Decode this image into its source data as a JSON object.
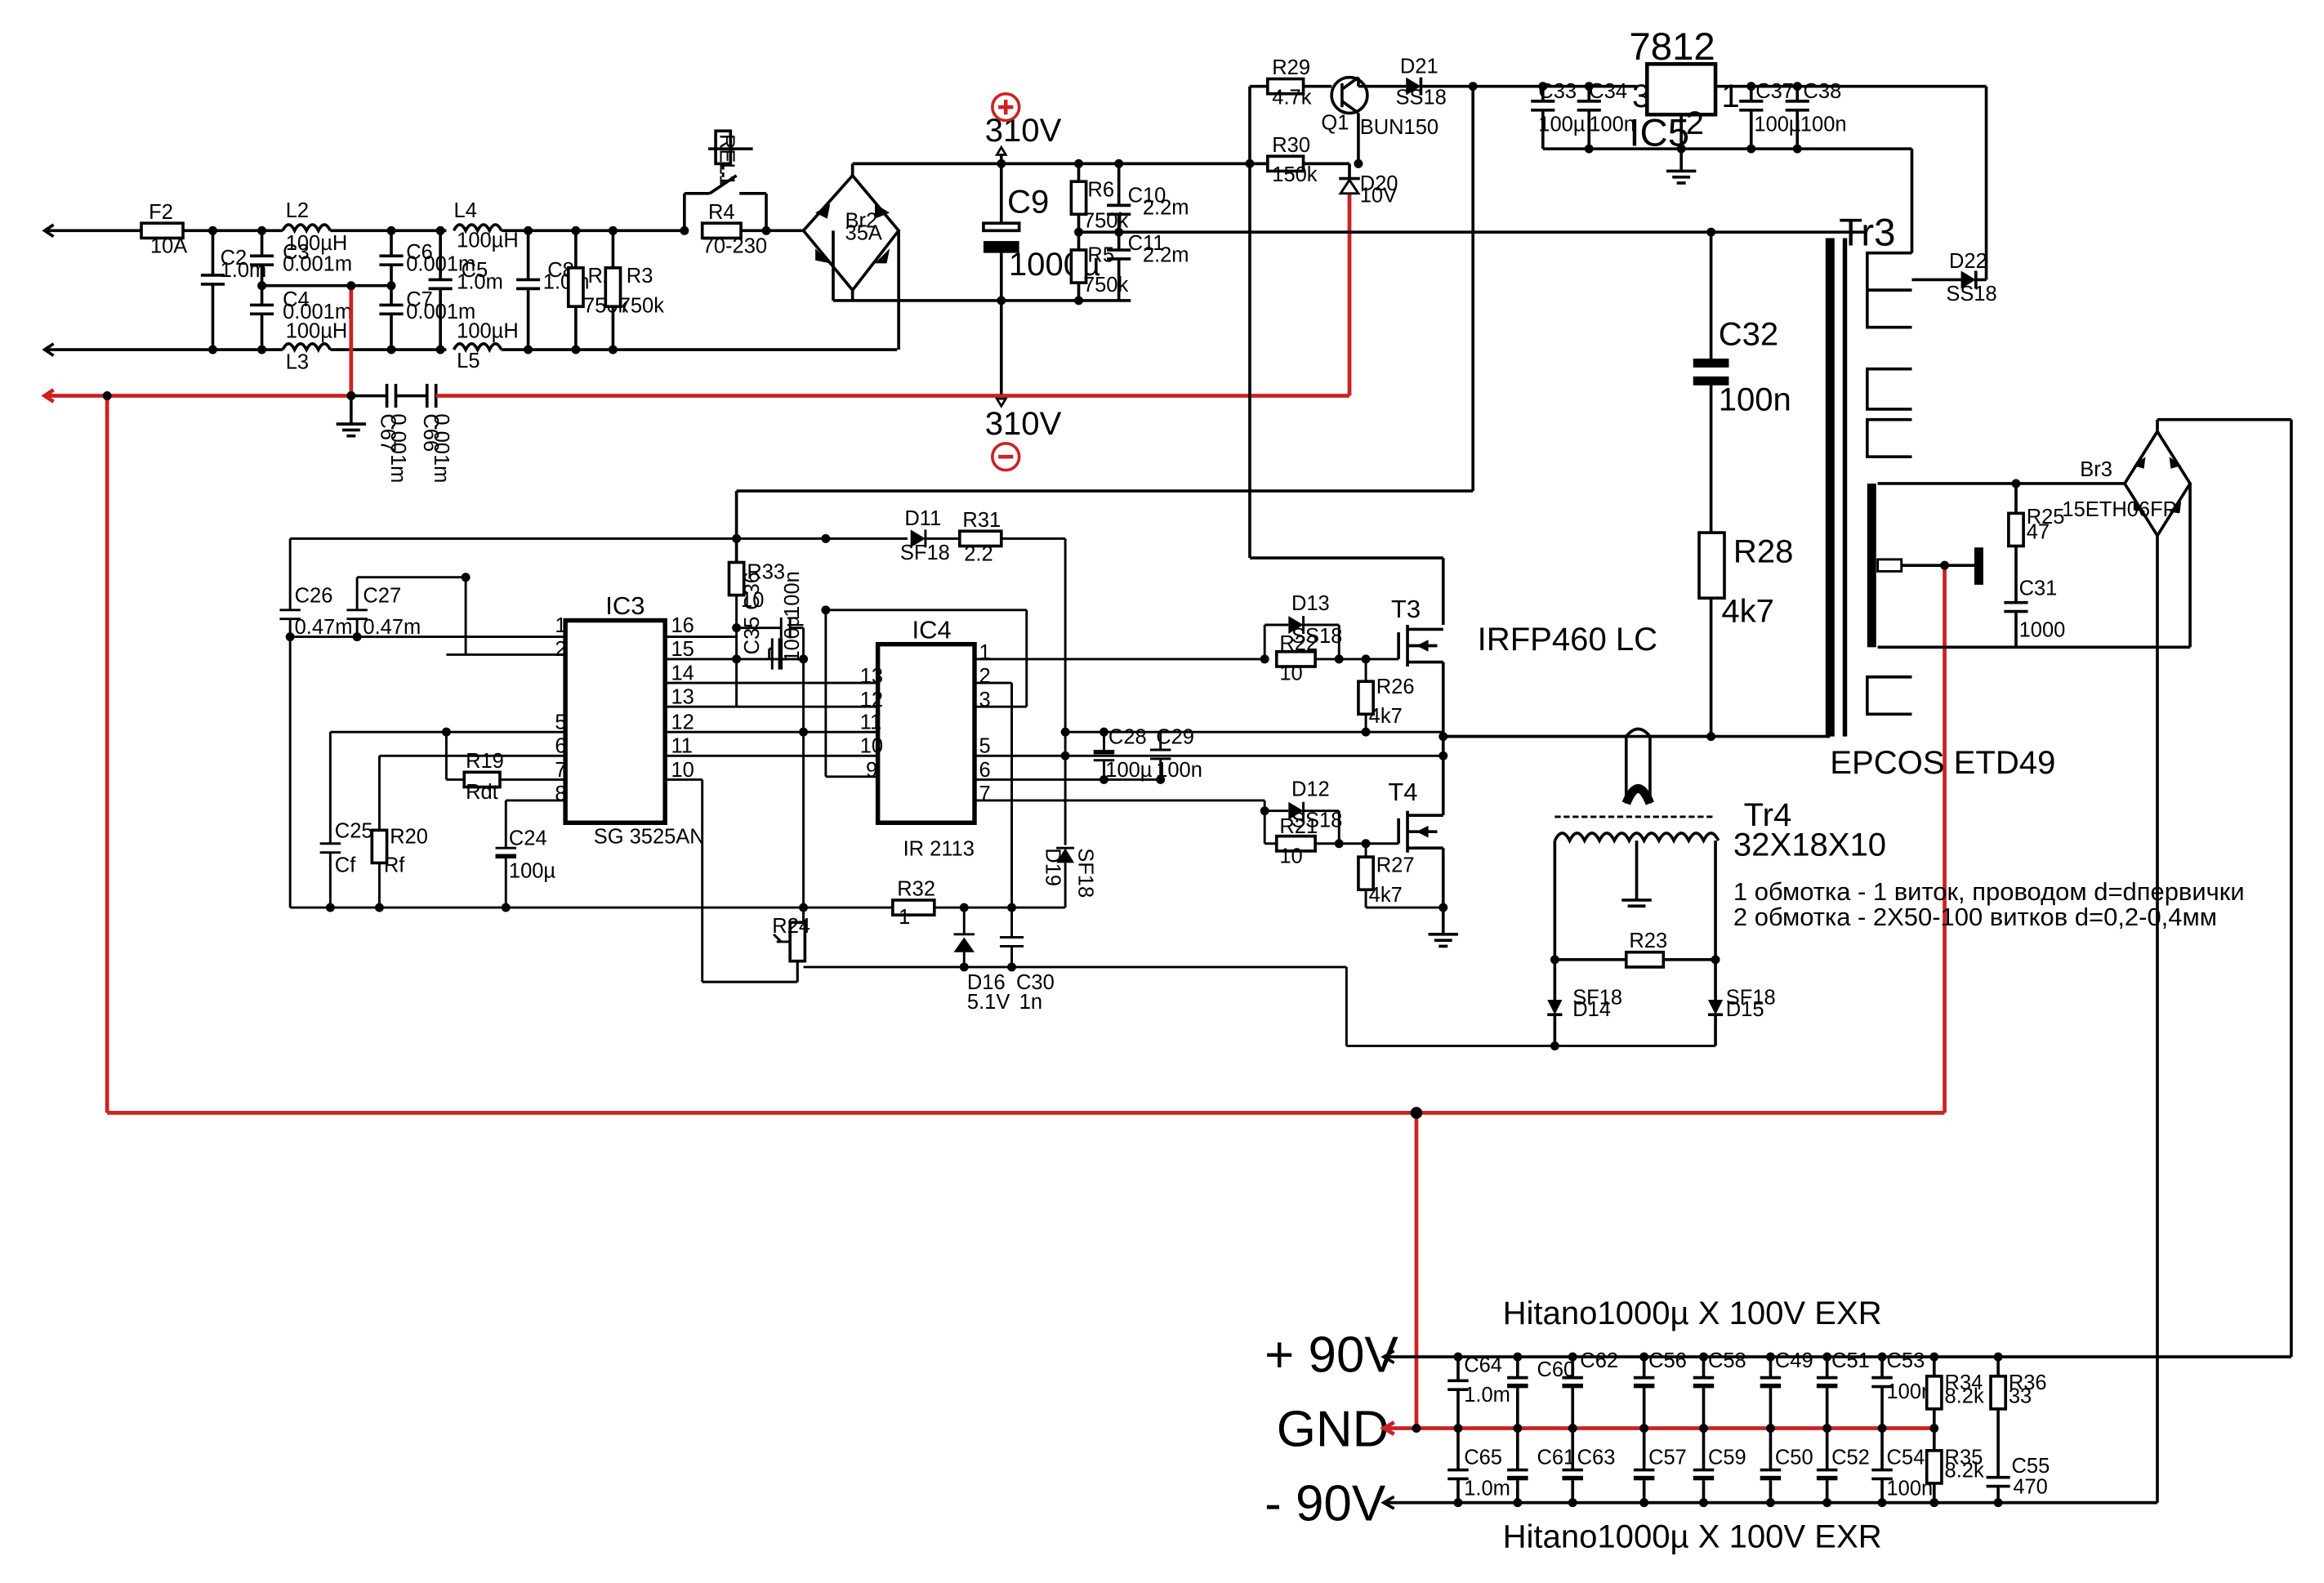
{
  "voltages": {
    "top_voltage": "310V",
    "bottom_voltage": "310V",
    "out_plus": "+ 90V",
    "out_gnd": "GND",
    "out_minus": "- 90V"
  },
  "notes": {
    "cap_type_top": "Hitano1000µ X 100V EXR",
    "cap_type_bottom": "Hitano1000µ X 100V EXR",
    "mosfet_type": "IRFP460 LC",
    "main_transformer": "EPCOS ETD49",
    "tr4_name": "Tr4",
    "tr4_size": "32X18X10",
    "winding1": "1 обмотка - 1 виток, проводом d=dпервички",
    "winding2": "2 обмотка - 2X50-100 витков d=0,2-0,4мм"
  },
  "ics": {
    "ic3_name": "IC3",
    "ic3_part": "SG 3525AN",
    "ic4_name": "IC4",
    "ic4_part": "IR 2113",
    "ic5_part": "7812",
    "ic5_name": "IC5",
    "ic5_pin1": "1",
    "ic5_pin2": "2",
    "ic5_pin3": "3",
    "ic3_left_pins": [
      "1",
      "2",
      "5",
      "6",
      "7",
      "8"
    ],
    "ic3_right_pins": [
      "16",
      "15",
      "14",
      "13",
      "12",
      "11",
      "10"
    ],
    "ic4_left_pins": [
      "13",
      "12",
      "11",
      "10",
      "9"
    ],
    "ic4_right_pins": [
      "1",
      "2",
      "3",
      "5",
      "6",
      "7"
    ]
  },
  "components": {
    "F2": "F2",
    "F2_val": "10A",
    "L2": "L2",
    "L2_val": "100µH",
    "L3": "L3",
    "L3_val": "100µH",
    "L4": "L4",
    "L4_val": "100µH",
    "L5": "L5",
    "L5_val": "100µH",
    "C2": "C2",
    "C2_val": "1.0m",
    "C3": "C3",
    "C3_val": "0.001m",
    "C4": "C4",
    "C4_val": "0.001m",
    "C6": "C6",
    "C6_val": "0.001m",
    "C7": "C7",
    "C7_val": "0.001m",
    "C5": "C5",
    "C5_val": "1.0m",
    "C8": "C8",
    "C8_val": "1.0m",
    "R2": "R2",
    "R2_val": "750k",
    "R3": "R3",
    "R3_val": "750k",
    "C67": "C67",
    "C67_val": "0.001m",
    "C66": "C66",
    "C66_val": "0.001m",
    "RE1": "REL1",
    "R4": "R4",
    "R4_val": "70-230",
    "Br2": "Br2",
    "Br2_val": "35A",
    "C9": "C9",
    "C9_val": "1000µ",
    "R6": "R6",
    "R6_val": "750k",
    "R5": "R5",
    "R5_val": "750k",
    "C10": "C10",
    "C10_val": "2.2m",
    "C11": "C11",
    "C11_val": "2.2m",
    "R29": "R29",
    "R29_val": "4.7k",
    "R30": "R30",
    "R30_val": "150k",
    "Q1": "Q1",
    "Q1_val": "BUN150",
    "D20": "D20",
    "D20_val": "10V",
    "D21": "D21",
    "D21_val": "SS18",
    "C33": "C33",
    "C33_val": "100µ",
    "C34": "C34",
    "C34_val": "100n",
    "C37": "C37",
    "C37_val": "100µ",
    "C38": "C38",
    "C38_val": "100n",
    "Tr3": "Tr3",
    "D22": "D22",
    "D22_val": "SS18",
    "C32": "C32",
    "C32_val": "100n",
    "R28": "R28",
    "R28_val": "4k7",
    "Br3": "Br3",
    "Br3_val": "15ETH06FP",
    "R25": "R25",
    "R25_val": "47",
    "C31": "C31",
    "C31_val": "1000",
    "D11": "D11",
    "D11_val": "SF18",
    "R31": "R31",
    "R31_val": "2.2",
    "R33": "R33",
    "R33_val": "10",
    "C36": "C36",
    "C36_val": "100n",
    "C35": "C35",
    "C35_val": "100µ",
    "C26": "C26",
    "C26_val": "0.47m",
    "C27": "C27",
    "C27_val": "0.47m",
    "R19": "R19",
    "R19_val": "Rdt",
    "C25": "C25",
    "C25_val": "Cf",
    "R20": "R20",
    "R20_val": "Rf",
    "C24": "C24",
    "C24_val": "100µ",
    "D13": "D13",
    "D13_val": "SS18",
    "R22": "R22",
    "R22_val": "10",
    "D12": "D12",
    "D12_val": "SS18",
    "R21": "R21",
    "R21_val": "10",
    "T3": "T3",
    "T4": "T4",
    "R26": "R26",
    "R26_val": "4k7",
    "R27": "R27",
    "R27_val": "4k7",
    "C28": "C28",
    "C28_val": "100µ",
    "C29": "C29",
    "C29_val": "100n",
    "D19": "D19",
    "D19_val": "SF18",
    "R32": "R32",
    "R32_val": "1",
    "R24": "R24",
    "D16": "D16",
    "D16_val": "5.1V",
    "C30": "C30",
    "C30_val": "1n",
    "R23": "R23",
    "D14": "D14",
    "D14_val": "SF18",
    "D15": "D15",
    "D15_val": "SF18",
    "C64": "C64",
    "C64_val": "1.0m",
    "C65": "C65",
    "C65_val": "1.0m",
    "C60": "C60",
    "C61": "C61",
    "C62": "C62",
    "C63": "C63",
    "C56": "C56",
    "C57": "C57",
    "C58": "C58",
    "C59": "C59",
    "C49": "C49",
    "C50": "C50",
    "C51": "C51",
    "C52": "C52",
    "C53": "C53",
    "C53_val": "100n",
    "C54": "C54",
    "C54_val": "100n",
    "R34": "R34",
    "R34_val": "8.2k",
    "R35": "R35",
    "R35_val": "8.2k",
    "R36": "R36",
    "R36_val": "33",
    "C55": "C55",
    "C55_val": "470"
  }
}
